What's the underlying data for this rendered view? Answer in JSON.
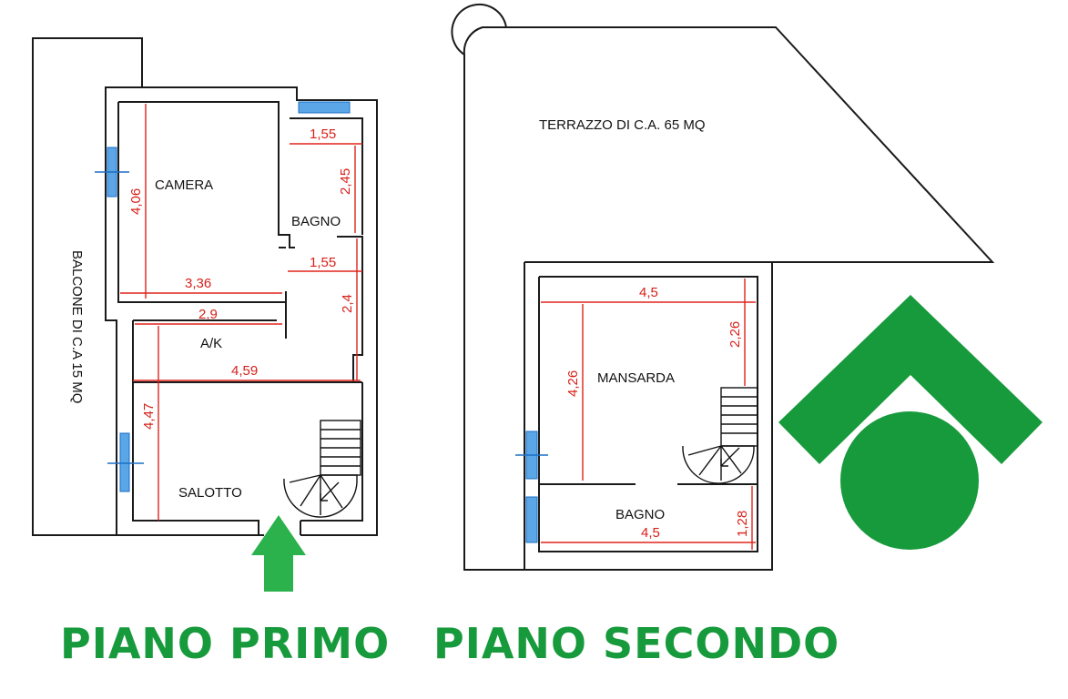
{
  "floor1": {
    "title": "PIANO PRIMO",
    "balcony_label": "BALCONE  DI C.A 15 MQ",
    "rooms": {
      "camera": "CAMERA",
      "bagno": "BAGNO",
      "ak": "A/K",
      "salotto": "SALOTTO"
    },
    "dims": {
      "camera_h": "4,06",
      "camera_w": "3,36",
      "bagno_w": "1,55",
      "bagno_h": "2,45",
      "hall_w": "1,55",
      "hall_h": "2,4",
      "ak_w": "2,9",
      "salotto_w": "4,59",
      "salotto_h": "4,47"
    }
  },
  "floor2": {
    "title": "PIANO SECONDO",
    "terrace_label": "TERRAZZO DI C.A. 65 MQ",
    "rooms": {
      "mansarda": "MANSARDA",
      "bagno": "BAGNO"
    },
    "dims": {
      "mansarda_w": "4,5",
      "mansarda_h": "4,26",
      "stair_h": "2,26",
      "bagno_w": "4,5",
      "bagno_h": "1,28"
    }
  },
  "logo": {
    "color": "#179a3c",
    "icon": "house-roof-with-circle-logo"
  },
  "entrance": {
    "icon": "entrance-arrow-icon",
    "color": "#2bb24c"
  }
}
